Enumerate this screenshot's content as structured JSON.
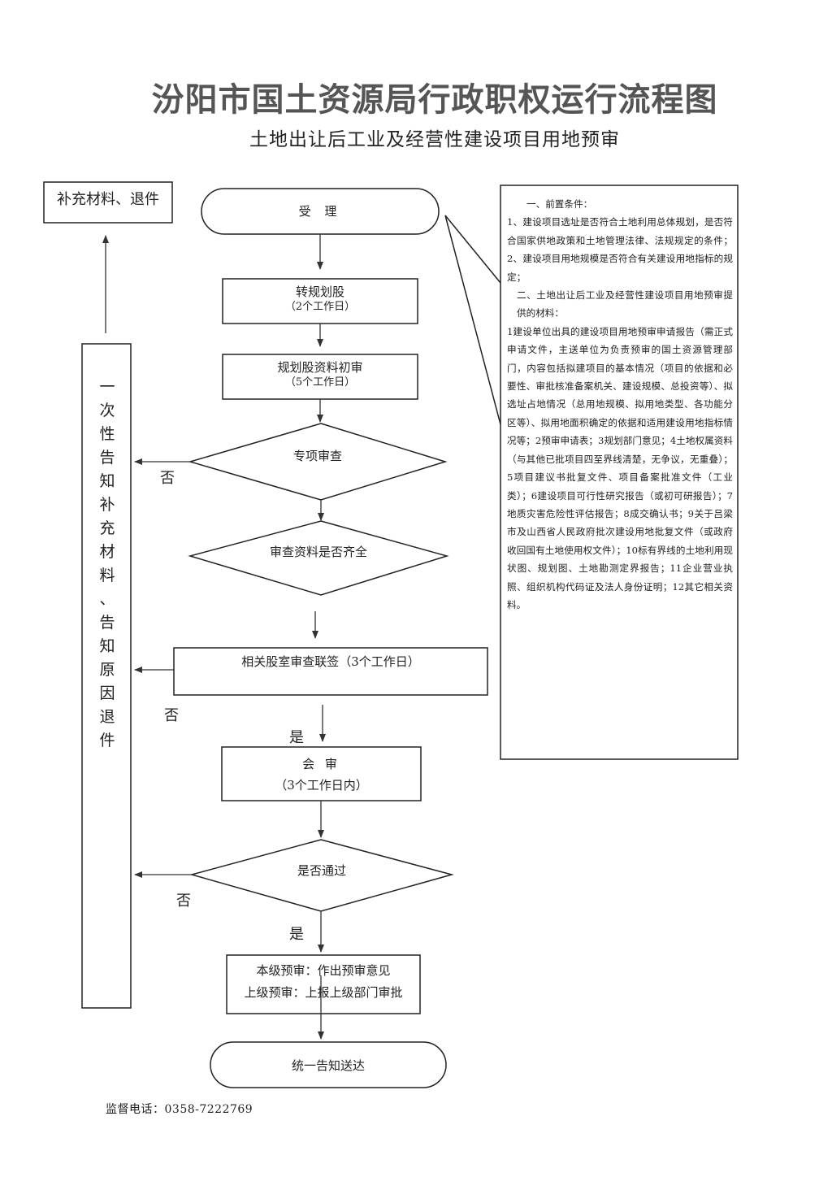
{
  "title": "汾阳市国土资源局行政职权运行流程图",
  "subtitle": "土地出让后工业及经营性建设项目用地预审",
  "nodes": {
    "accept": "受 理",
    "planning_transfer": "转规划股",
    "planning_transfer_time": "（2个工作日）",
    "initial_review": "规划股资料初审",
    "initial_review_time": "（5个工作日）",
    "special_review": "专项审查",
    "materials_complete": "审查资料是否齐全",
    "joint_signoff": "相关股室审查联签（3个工作日）",
    "joint_review": "会 审",
    "joint_review_time": "（3个工作日内）",
    "approved": "是否通过",
    "final_line1": "本级预审：作出预审意见",
    "final_line2": "上级预审：上报上级部门审批",
    "notify": "统一告知送达",
    "supplement": "补充材料、退件"
  },
  "side_notice": [
    "一",
    "次",
    "性",
    "告",
    "知",
    "补",
    "充",
    "材",
    "料",
    "、",
    "告",
    "知",
    "原",
    "因",
    "退",
    "件"
  ],
  "edge_labels": {
    "no_1": "否",
    "no_2": "否",
    "no_3": "否",
    "yes_1": "是",
    "yes_2": "是"
  },
  "conditions": {
    "heading1": "一、前置条件：",
    "item1": "1、建设项目选址是否符合土地利用总体规划，是否符合国家供地政策和土地管理法律、法规规定的条件；2、建设项目用地规模是否符合有关建设用地指标的规定；",
    "heading2": "二、土地出让后工业及经营性建设项目用地预审提供的材料：",
    "item2": "1建设单位出具的建设项目用地预审申请报告（需正式申请文件，主送单位为负责预审的国土资源管理部门，内容包括拟建项目的基本情况（项目的依据和必要性、审批核准备案机关、建设规模、总投资等）、拟选址占地情况（总用地规模、拟用地类型、各功能分区等）、拟用地面积确定的依据和适用建设用地指标情况等；2预审申请表；3规划部门意见；4土地权属资料（与其他已批项目四至界线清楚，无争议，无重叠）；5项目建议书批复文件、项目备案批准文件（工业类）；6建设项目可行性研究报告（或初可研报告）；7地质灾害危险性评估报告；8成交确认书；9关于吕梁市及山西省人民政府批次建设用地批复文件（或政府收回国有土地使用权文件）；10标有界线的土地利用现状图、规划图、土地勘测定界报告；11企业营业执照、组织机构代码证及法人身份证明；12其它相关资料。"
  },
  "footer": {
    "phone": "监督电话：0358-7222769"
  }
}
